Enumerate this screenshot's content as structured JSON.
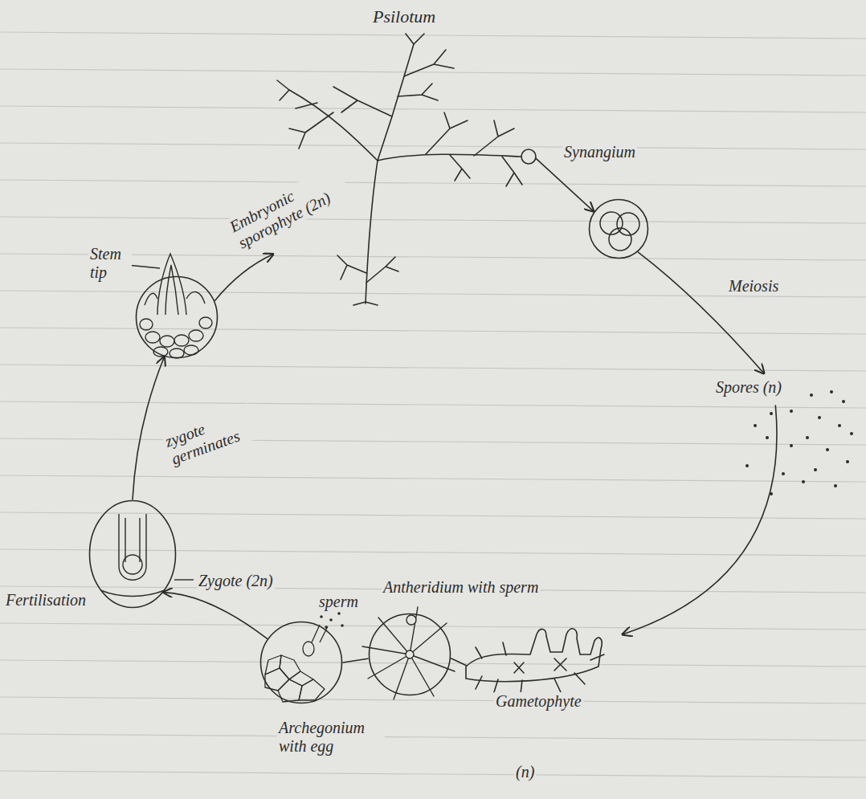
{
  "diagram": {
    "nodes": [
      {
        "text": [
          "Psilotum"
        ]
      },
      {
        "text": [
          "Synangium"
        ]
      },
      {
        "text": [
          "Spores (n)"
        ]
      },
      {
        "text": [
          "Gametophyte"
        ]
      },
      {
        "text": [
          "Antheridium with sperm"
        ]
      },
      {
        "text": [
          "Archegonium with egg"
        ]
      },
      {
        "text": [
          "Zygote (2n)"
        ]
      },
      {
        "text": [
          "Stem tip"
        ]
      }
    ],
    "edges": [
      {
        "from": 0,
        "to": 1,
        "arrow": "to"
      },
      {
        "from": 1,
        "to": 2,
        "label": "Meiosis",
        "arrow": "to"
      },
      {
        "from": 2,
        "to": 3,
        "arrow": "to"
      },
      {
        "from": 4,
        "to": 3,
        "arrow": "none"
      },
      {
        "from": 5,
        "to": 4,
        "arrow": "none"
      },
      {
        "from": 5,
        "to": 6,
        "label": "Fertilisation",
        "arrow": "to"
      },
      {
        "from": 6,
        "to": 7,
        "label": "zygote germinates",
        "arrow": "to"
      },
      {
        "from": 7,
        "to": 0,
        "label": "Embryonic sporophyte (2n)",
        "arrow": "to"
      }
    ],
    "labels": [
      "sperm",
      "(n)"
    ]
  }
}
